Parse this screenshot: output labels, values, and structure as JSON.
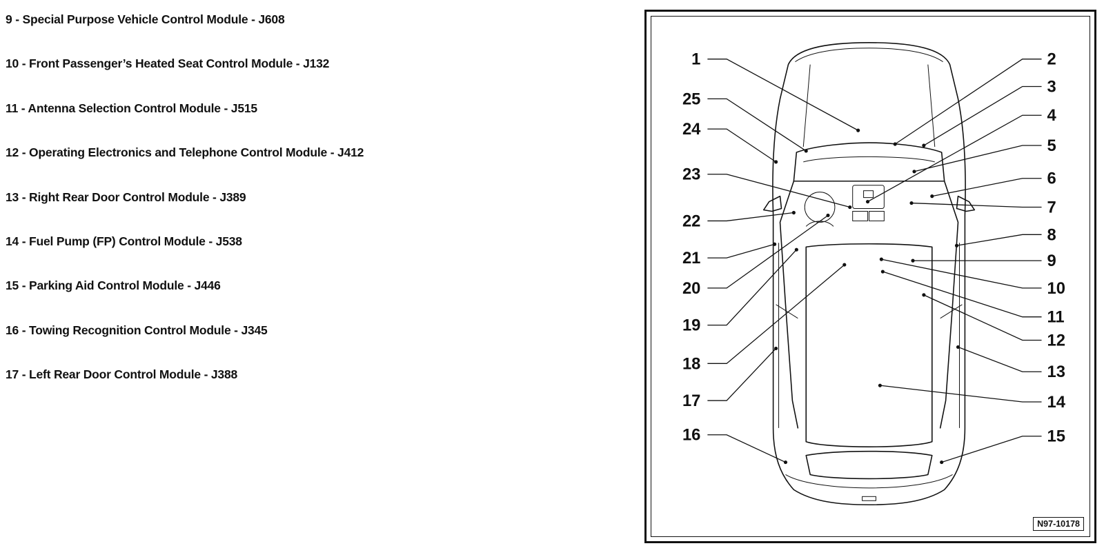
{
  "legend": [
    "9 - Special Purpose Vehicle Control Module - J608",
    "10 - Front Passenger’s Heated Seat Control Module - J132",
    "11 - Antenna Selection Control Module - J515",
    "12 - Operating Electronics and Telephone Control Module - J412",
    "13 - Right Rear Door Control Module - J389",
    "14 - Fuel Pump (FP) Control Module - J538",
    "15 - Parking Aid Control Module - J446",
    "16 - Towing Recognition Control Module - J345",
    "17 - Left Rear Door Control Module - J388"
  ],
  "diagram": {
    "callouts": [
      "1",
      "2",
      "3",
      "4",
      "5",
      "6",
      "7",
      "8",
      "9",
      "10",
      "11",
      "12",
      "13",
      "14",
      "15",
      "16",
      "17",
      "18",
      "19",
      "20",
      "21",
      "22",
      "23",
      "24",
      "25"
    ],
    "figure_ref": "N97-10178"
  }
}
